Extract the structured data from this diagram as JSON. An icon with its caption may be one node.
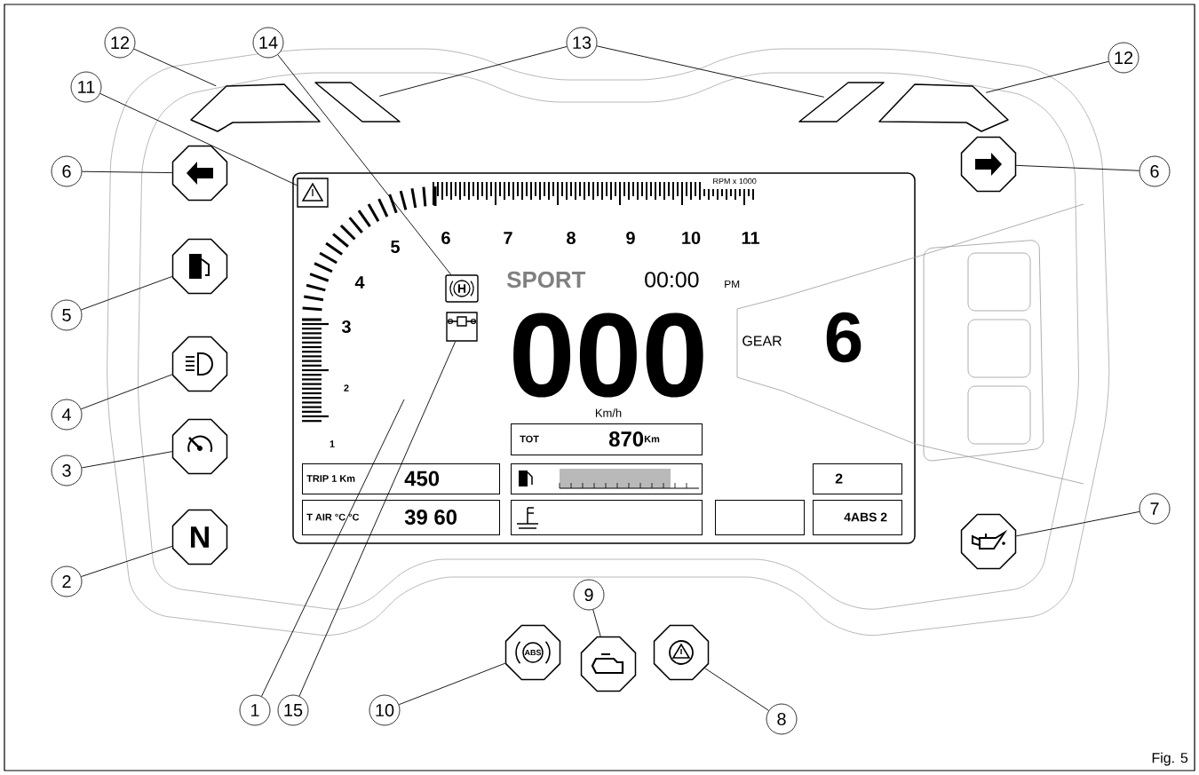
{
  "diagram": {
    "nodes": [
      {
        "text": [
          "12"
        ]
      },
      {
        "text": [
          "14"
        ]
      },
      {
        "text": [
          "13"
        ]
      },
      {
        "text": [
          "12"
        ]
      },
      {
        "text": [
          "11"
        ]
      },
      {
        "text": [
          "6"
        ]
      },
      {
        "text": [
          "6"
        ]
      },
      {
        "text": [
          "5"
        ]
      },
      {
        "text": [
          "4"
        ]
      },
      {
        "text": [
          "3"
        ]
      },
      {
        "text": [
          "7"
        ]
      },
      {
        "text": [
          "2"
        ]
      },
      {
        "text": [
          "9"
        ]
      },
      {
        "text": [
          "1"
        ]
      },
      {
        "text": [
          "15"
        ]
      },
      {
        "text": [
          "10"
        ]
      },
      {
        "text": [
          "8"
        ]
      },
      {
        "text": [],
        "shape": "trapezoid"
      },
      {
        "text": [],
        "shape": "parallelogram"
      },
      {
        "text": [],
        "shape": "parallelogram"
      },
      {
        "text": [],
        "shape": "trapezoid"
      },
      {
        "text": [],
        "shape": "octagon"
      },
      {
        "text": [],
        "shape": "octagon"
      },
      {
        "text": [],
        "shape": "box"
      },
      {
        "text": [],
        "shape": "octagon"
      },
      {
        "text": [
          "H"
        ]
      },
      {
        "text": [],
        "shape": "box"
      },
      {
        "text": [],
        "shape": "octagon"
      },
      {
        "text": [],
        "shape": "octagon"
      },
      {
        "text": [
          "N"
        ]
      },
      {
        "text": [
          "TOT",
          "870",
          "Km"
        ]
      },
      {
        "text": [
          "TRIP 1 Km",
          "450"
        ]
      },
      {
        "text": [],
        "shape": "box"
      },
      {
        "text": [
          "2"
        ]
      },
      {
        "text": [
          "T AIR °C °C",
          "39 60"
        ]
      },
      {
        "text": [],
        "shape": "box"
      },
      {
        "text": [],
        "shape": "box"
      },
      {
        "text": [
          "4ABS 2"
        ]
      },
      {
        "text": [],
        "shape": "octagon"
      },
      {
        "text": [
          "ABS"
        ]
      },
      {
        "text": [],
        "shape": "octagon"
      },
      {
        "text": [],
        "shape": "octagon"
      }
    ],
    "edges": [
      {
        "from": 0,
        "to": 17,
        "arrow": "none"
      },
      {
        "from": 1,
        "to": 25,
        "arrow": "none"
      },
      {
        "from": 2,
        "to": 18,
        "arrow": "none"
      },
      {
        "from": 2,
        "to": 19,
        "arrow": "none"
      },
      {
        "from": 3,
        "to": 20,
        "arrow": "none"
      },
      {
        "from": 4,
        "to": 23,
        "arrow": "none"
      },
      {
        "from": 5,
        "to": 21,
        "arrow": "none"
      },
      {
        "from": 6,
        "to": 22,
        "arrow": "none"
      },
      {
        "from": 7,
        "to": 24,
        "arrow": "none"
      },
      {
        "from": 8,
        "to": 27,
        "arrow": "none"
      },
      {
        "from": 9,
        "to": 28,
        "arrow": "none"
      },
      {
        "from": 10,
        "to": 38,
        "arrow": "none"
      },
      {
        "from": 11,
        "to": 29,
        "arrow": "none"
      },
      {
        "from": 12,
        "to": 40,
        "arrow": "none"
      },
      {
        "from": 13,
        "to": null,
        "arrow": "none"
      },
      {
        "from": 14,
        "to": 26,
        "arrow": "none"
      },
      {
        "from": 15,
        "to": 39,
        "arrow": "none"
      },
      {
        "from": 16,
        "to": 41,
        "arrow": "none"
      }
    ],
    "labels": [
      "RPM x 1000",
      "6",
      "7",
      "8",
      "9",
      "10",
      "11",
      "5",
      "4",
      "SPORT",
      "00:00",
      "PM",
      "3",
      "000",
      "GEAR",
      "6",
      "2",
      "Km/h",
      "1",
      "Fig. 5"
    ]
  }
}
